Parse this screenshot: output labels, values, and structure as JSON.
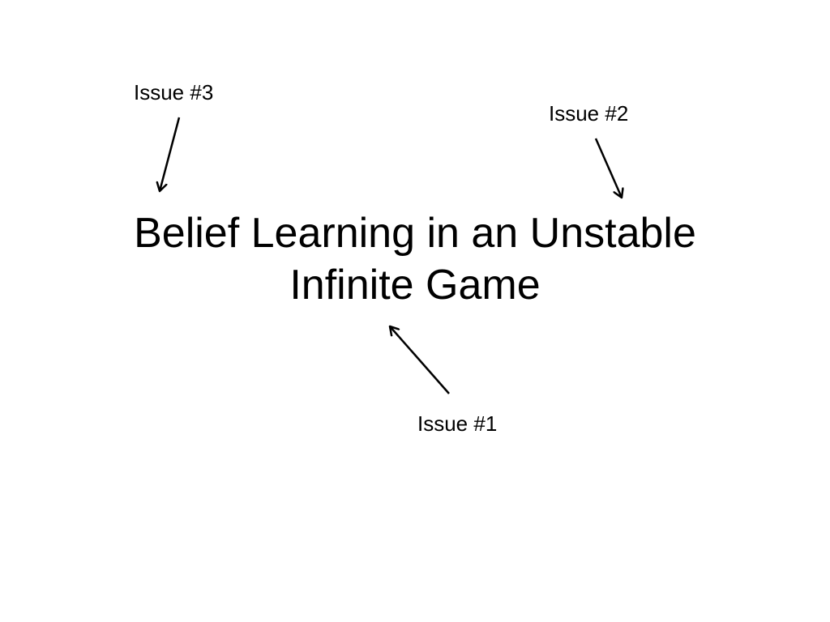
{
  "slide": {
    "title_lines": [
      "Belief Learning in an Unstable",
      "Infinite Game"
    ],
    "annotations": [
      {
        "id": "issue-3",
        "label": "Issue #3"
      },
      {
        "id": "issue-2",
        "label": "Issue #2"
      },
      {
        "id": "issue-1",
        "label": "Issue #1"
      }
    ],
    "colors": {
      "background": "#ffffff",
      "text": "#000000",
      "arrow": "#000000"
    }
  }
}
